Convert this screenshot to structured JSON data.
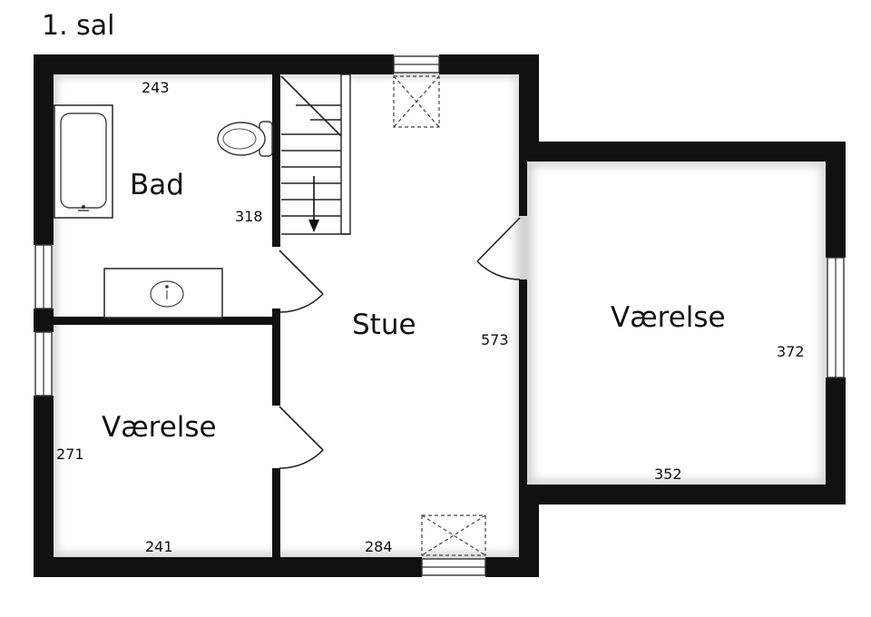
{
  "floor_title": "1. sal",
  "rooms": {
    "bath": "Bad",
    "living": "Stue",
    "bedroom_left": "Værelse",
    "bedroom_right": "Værelse"
  },
  "dimensions": {
    "bath_width": "243",
    "bath_depth": "318",
    "living_depth": "573",
    "living_width": "284",
    "bedroom_left_depth": "271",
    "bedroom_left_width": "241",
    "bedroom_right_depth": "372",
    "bedroom_right_width": "352"
  },
  "colors": {
    "wall": "#111111",
    "floor": "#ffffff"
  }
}
